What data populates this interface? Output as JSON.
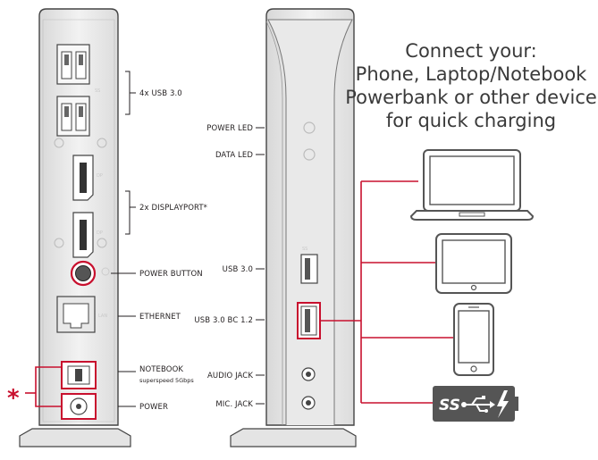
{
  "left_labels": {
    "usb30": "4x USB 3.0",
    "displayport": "2x DISPLAYPORT*",
    "power_button": "POWER BUTTON",
    "ethernet": "ETHERNET",
    "notebook": "NOTEBOOK",
    "notebook_sub": "superspeed 5Gbps",
    "power": "POWER",
    "asterisk": "*"
  },
  "right_labels": {
    "power_led": "POWER LED",
    "data_led": "DATA LED",
    "usb30": "USB 3.0",
    "usb30_bc": "USB 3.0 BC 1.2",
    "audio_jack": "AUDIO JACK",
    "mic_jack": "MIC. JACK"
  },
  "heading": {
    "line1": "Connect your:",
    "line2": "Phone, Laptop/Notebook",
    "line3": "Powerbank or other device",
    "line4": "for quick charging"
  },
  "devices": [
    "laptop-icon",
    "tablet-icon",
    "phone-icon",
    "powerbank-icon"
  ],
  "powerbank_text": "SS",
  "colors": {
    "accent": "#c8102e",
    "dock_fill": "#eeeeee",
    "dock_stroke": "#555555",
    "device_stroke": "#555555",
    "text": "#231f20"
  }
}
